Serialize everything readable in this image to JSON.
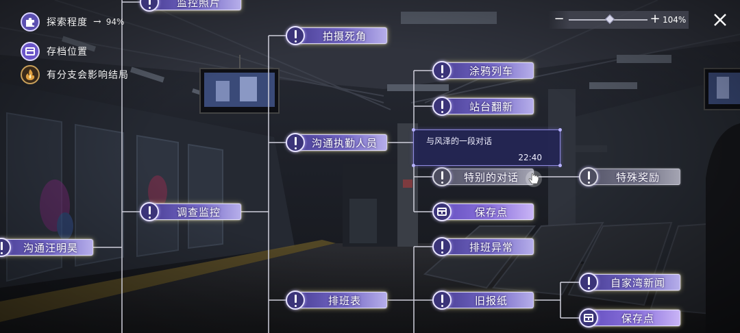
{
  "legend": {
    "progress_label": "探索程度",
    "progress_arrow": "→",
    "progress_value": "94%",
    "save_label": "存档位置",
    "branch_label": "有分支会影响结局"
  },
  "zoom": {
    "minus": "−",
    "plus": "+",
    "level": "104%",
    "level_fraction": 0.52
  },
  "nodes": {
    "root": "沟通汪明昊",
    "cctv_photos": "监控照片",
    "check_cctv": "调查监控",
    "take_photo": "拍摄死角",
    "talk_staff": "沟通执勤人员",
    "schedule": "排班表",
    "graffiti": "涂鸦列车",
    "renovation": "站台翻新",
    "special_talk": "特别的对话",
    "special_reward": "特殊奖励",
    "save_point_1": "保存点",
    "shift_anomaly": "排班异常",
    "old_newspaper": "旧报纸",
    "home_bay_news": "自家湾新闻",
    "save_point_2": "保存点"
  },
  "tooltip": {
    "text": "与风泽的一段对话",
    "time": "22:40"
  },
  "colors": {
    "node_start": "#4a3f96",
    "node_end": "#b6aeea",
    "node_glow": "#fff0a0",
    "locked_node": "#77778a",
    "line": "#d0d0dc",
    "tooltip_bg": "#242654"
  },
  "icons": {
    "progress": "puzzle-icon",
    "save": "chest-icon",
    "branch": "flame-emblem-icon",
    "node": "exclamation-icon",
    "close": "close-icon",
    "cursor": "hand-pointer-icon"
  }
}
